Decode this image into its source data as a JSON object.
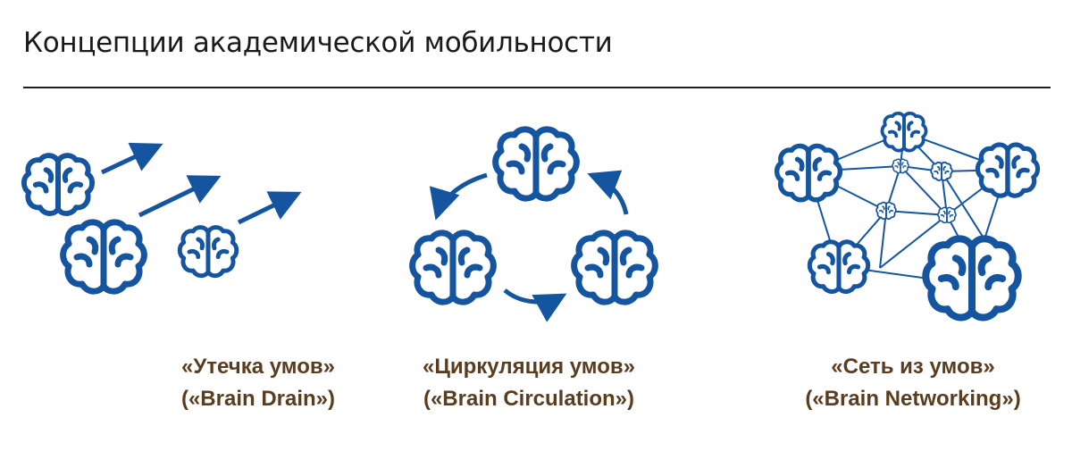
{
  "title": "Концепции академической мобильности",
  "colors": {
    "brain": "#1555a0",
    "caption": "#5a3d1e",
    "rule": "#1f1f1f"
  },
  "icons": {
    "brain": "brain-icon",
    "arrow": "arrow-icon"
  },
  "concepts": [
    {
      "name_ru": "«Утечка умов»",
      "name_en": "(«Brain Drain»)"
    },
    {
      "name_ru": "«Циркуляция умов»",
      "name_en": "(«Brain Circulation»)"
    },
    {
      "name_ru": "«Сеть из умов»",
      "name_en": "(«Brain Networking»)"
    }
  ]
}
